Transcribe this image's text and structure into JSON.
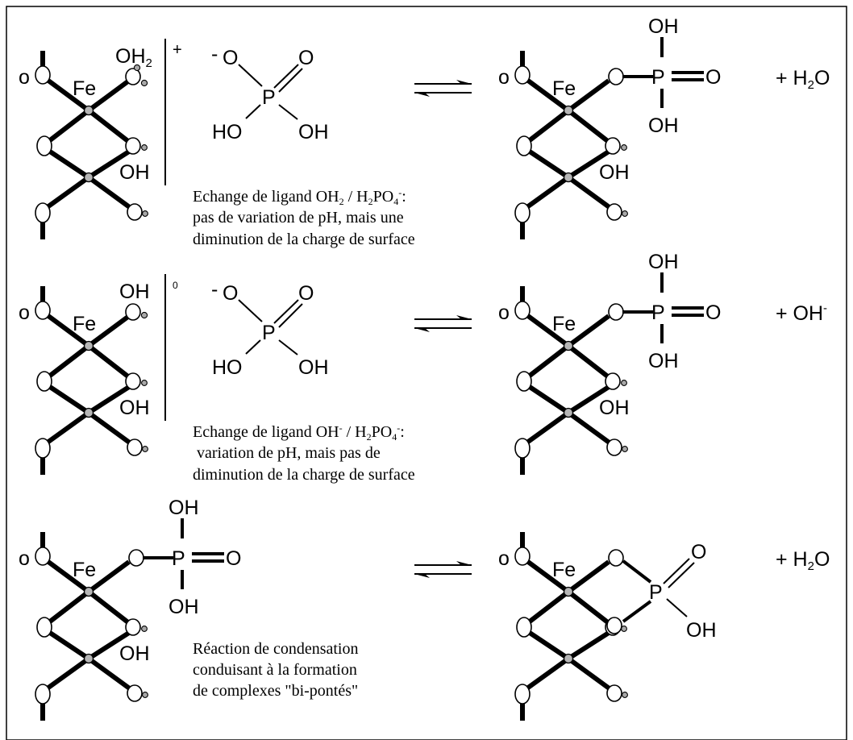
{
  "labels": {
    "fe": "Fe",
    "o": "o",
    "oh": "OH",
    "oh2_main": "OH",
    "oh2_sub": "2",
    "p": "P",
    "o_atom": "O",
    "o_minus_sign": "-",
    "ho": "HO"
  },
  "reactions": [
    {
      "charge": "+",
      "product": {
        "prefix": "+ H",
        "sub": "2",
        "suffix": "O"
      },
      "caption": {
        "line1": {
          "a": "Echange de ligand OH",
          "sub1": "2",
          "b": " / H",
          "sub2": "2",
          "c": "PO",
          "sub3": "4",
          "sup": "-",
          "d": ":"
        },
        "line2": "pas de variation de pH, mais une",
        "line3": "diminution de la charge de surface"
      }
    },
    {
      "charge": "0",
      "product": {
        "prefix": "+ OH",
        "sup": "-"
      },
      "caption": {
        "line1": {
          "a": "Echange de ligand OH",
          "sup0": "-",
          "b": " / H",
          "sub2": "2",
          "c": "PO",
          "sub3": "4",
          "sup": "-",
          "d": ":"
        },
        "line2": " variation de pH, mais pas de",
        "line3": "diminution de la charge de surface"
      }
    },
    {
      "product": {
        "prefix": "+ H",
        "sub": "2",
        "suffix": "O"
      },
      "caption": {
        "line1": "Réaction de condensation",
        "line2": "conduisant à la formation",
        "line3": "de complexes \"bi-pontés\""
      }
    }
  ]
}
